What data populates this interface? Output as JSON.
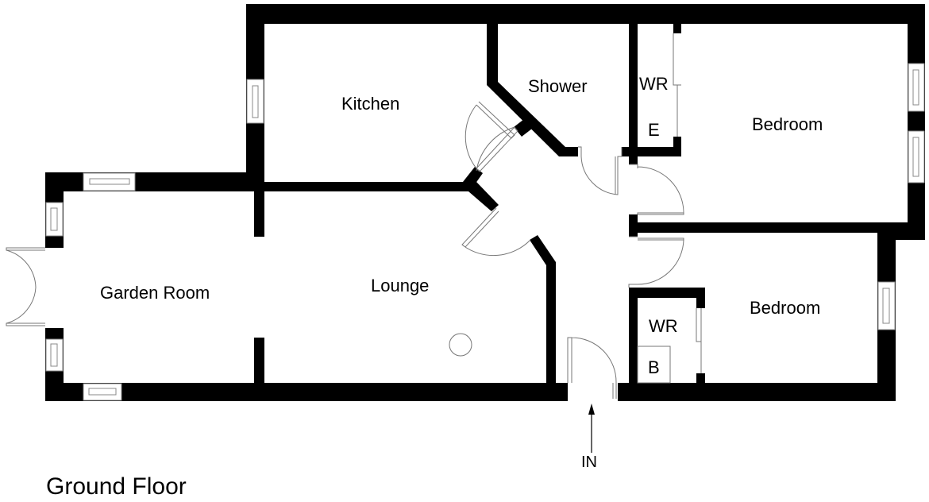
{
  "floor_title": "Ground Floor",
  "rooms": {
    "kitchen": "Kitchen",
    "shower": "Shower",
    "wardrobe_top": "WR",
    "e_cupboard": "E",
    "bedroom_top": "Bedroom",
    "garden_room": "Garden Room",
    "lounge": "Lounge",
    "bedroom_bottom": "Bedroom",
    "wardrobe_bottom": "WR",
    "b_cupboard": "B"
  },
  "entrance_label": "IN",
  "colors": {
    "wall": "#000000",
    "background": "#ffffff",
    "fixture_line": "#777777"
  }
}
